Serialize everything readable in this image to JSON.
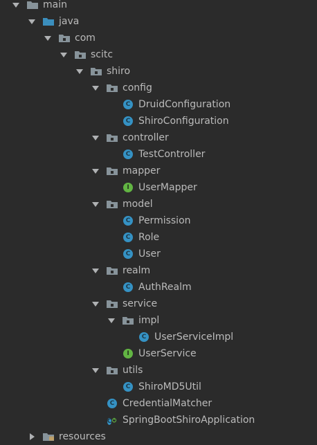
{
  "tree": [
    {
      "label": "main",
      "depth": 0,
      "kind": "folder",
      "expanded": true,
      "color": "#87939a"
    },
    {
      "label": "java",
      "depth": 1,
      "kind": "source-folder",
      "expanded": true,
      "color": "#3b8ebd"
    },
    {
      "label": "com",
      "depth": 2,
      "kind": "package",
      "expanded": true
    },
    {
      "label": "scitc",
      "depth": 3,
      "kind": "package",
      "expanded": true
    },
    {
      "label": "shiro",
      "depth": 4,
      "kind": "package",
      "expanded": true
    },
    {
      "label": "config",
      "depth": 5,
      "kind": "package",
      "expanded": true
    },
    {
      "label": "DruidConfiguration",
      "depth": 6,
      "kind": "class"
    },
    {
      "label": "ShiroConfiguration",
      "depth": 6,
      "kind": "class"
    },
    {
      "label": "controller",
      "depth": 5,
      "kind": "package",
      "expanded": true
    },
    {
      "label": "TestController",
      "depth": 6,
      "kind": "class"
    },
    {
      "label": "mapper",
      "depth": 5,
      "kind": "package",
      "expanded": true
    },
    {
      "label": "UserMapper",
      "depth": 6,
      "kind": "interface"
    },
    {
      "label": "model",
      "depth": 5,
      "kind": "package",
      "expanded": true
    },
    {
      "label": "Permission",
      "depth": 6,
      "kind": "class"
    },
    {
      "label": "Role",
      "depth": 6,
      "kind": "class"
    },
    {
      "label": "User",
      "depth": 6,
      "kind": "class"
    },
    {
      "label": "realm",
      "depth": 5,
      "kind": "package",
      "expanded": true
    },
    {
      "label": "AuthRealm",
      "depth": 6,
      "kind": "class"
    },
    {
      "label": "service",
      "depth": 5,
      "kind": "package",
      "expanded": true
    },
    {
      "label": "impl",
      "depth": 6,
      "kind": "package",
      "expanded": true
    },
    {
      "label": "UserServiceImpl",
      "depth": 7,
      "kind": "class"
    },
    {
      "label": "UserService",
      "depth": 6,
      "kind": "interface"
    },
    {
      "label": "utils",
      "depth": 5,
      "kind": "package",
      "expanded": true
    },
    {
      "label": "ShiroMD5Util",
      "depth": 6,
      "kind": "class"
    },
    {
      "label": "CredentialMatcher",
      "depth": 5,
      "kind": "class"
    },
    {
      "label": "SpringBootShiroApplication",
      "depth": 5,
      "kind": "spring-boot-app"
    },
    {
      "label": "resources",
      "depth": 1,
      "kind": "resources-folder",
      "expanded": false
    }
  ],
  "colors": {
    "background": "#2b2b2b",
    "text": "#bbbbbb",
    "arrow": "#afb1b3",
    "folder": "#87939a",
    "class_badge": "#3592c4",
    "interface_badge": "#62b543"
  },
  "badges": {
    "class": "C",
    "interface": "I"
  }
}
